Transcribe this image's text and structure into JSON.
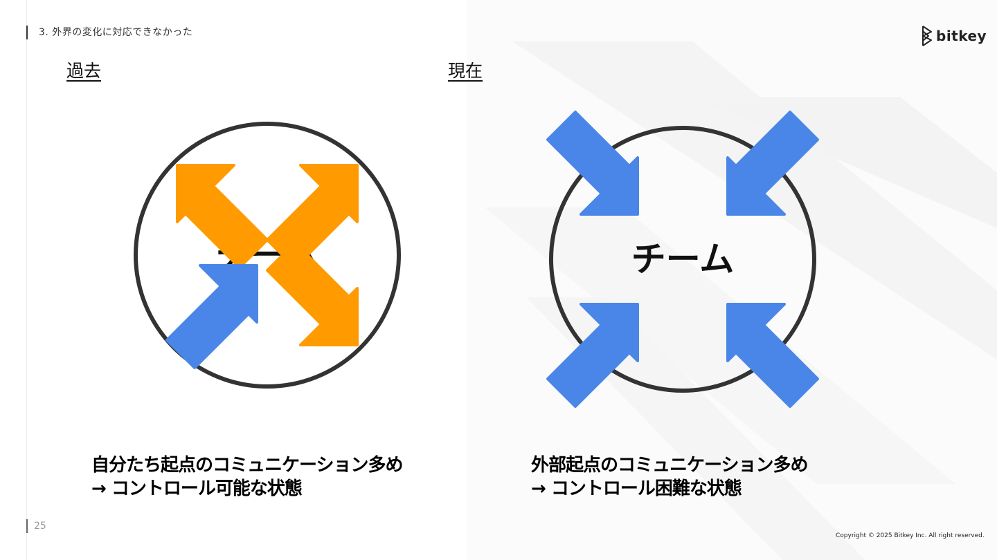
{
  "header": {
    "section_title": "3. 外界の変化に対応できなかった",
    "logo_text": "bitkey"
  },
  "left": {
    "heading": "過去",
    "team_label": "チーム",
    "caption_line1": "自分たち起点のコミュニケーション多め",
    "caption_line2": "→ コントロール可能な状態",
    "arrows": [
      {
        "position": "top-left",
        "direction": "outward",
        "color": "#FF9B00"
      },
      {
        "position": "top-right",
        "direction": "outward",
        "color": "#FF9B00"
      },
      {
        "position": "bottom-left",
        "direction": "inward",
        "color": "#4A86E8"
      },
      {
        "position": "bottom-right",
        "direction": "outward",
        "color": "#FF9B00"
      }
    ]
  },
  "right": {
    "heading": "現在",
    "team_label": "チーム",
    "caption_line1": "外部起点のコミュニケーション多め",
    "caption_line2": "→ コントロール困難な状態",
    "arrows": [
      {
        "position": "top-left",
        "direction": "inward",
        "color": "#4A86E8"
      },
      {
        "position": "top-right",
        "direction": "inward",
        "color": "#4A86E8"
      },
      {
        "position": "bottom-left",
        "direction": "inward",
        "color": "#4A86E8"
      },
      {
        "position": "bottom-right",
        "direction": "inward",
        "color": "#4A86E8"
      }
    ]
  },
  "footer": {
    "page_number": "25",
    "copyright": "Copyright © 2025 Bitkey Inc. All right reserved."
  },
  "colors": {
    "outward": "#FF9B00",
    "inward": "#4A86E8",
    "circle": "#333333"
  }
}
